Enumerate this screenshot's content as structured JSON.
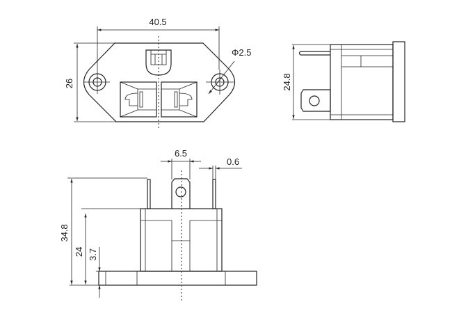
{
  "top_view": {
    "width_dim": "40.5",
    "height_dim": "26",
    "hole_dim": "Φ2.5"
  },
  "side_view": {
    "height_dim": "24.8"
  },
  "front_view": {
    "tab_width_dim": "6.5",
    "pin_thickness_dim": "0.6",
    "total_height_dim": "34.8",
    "body_height_dim": "24",
    "base_height_dim": "3.7"
  },
  "colors": {
    "line": "#222222",
    "background": "#ffffff"
  }
}
